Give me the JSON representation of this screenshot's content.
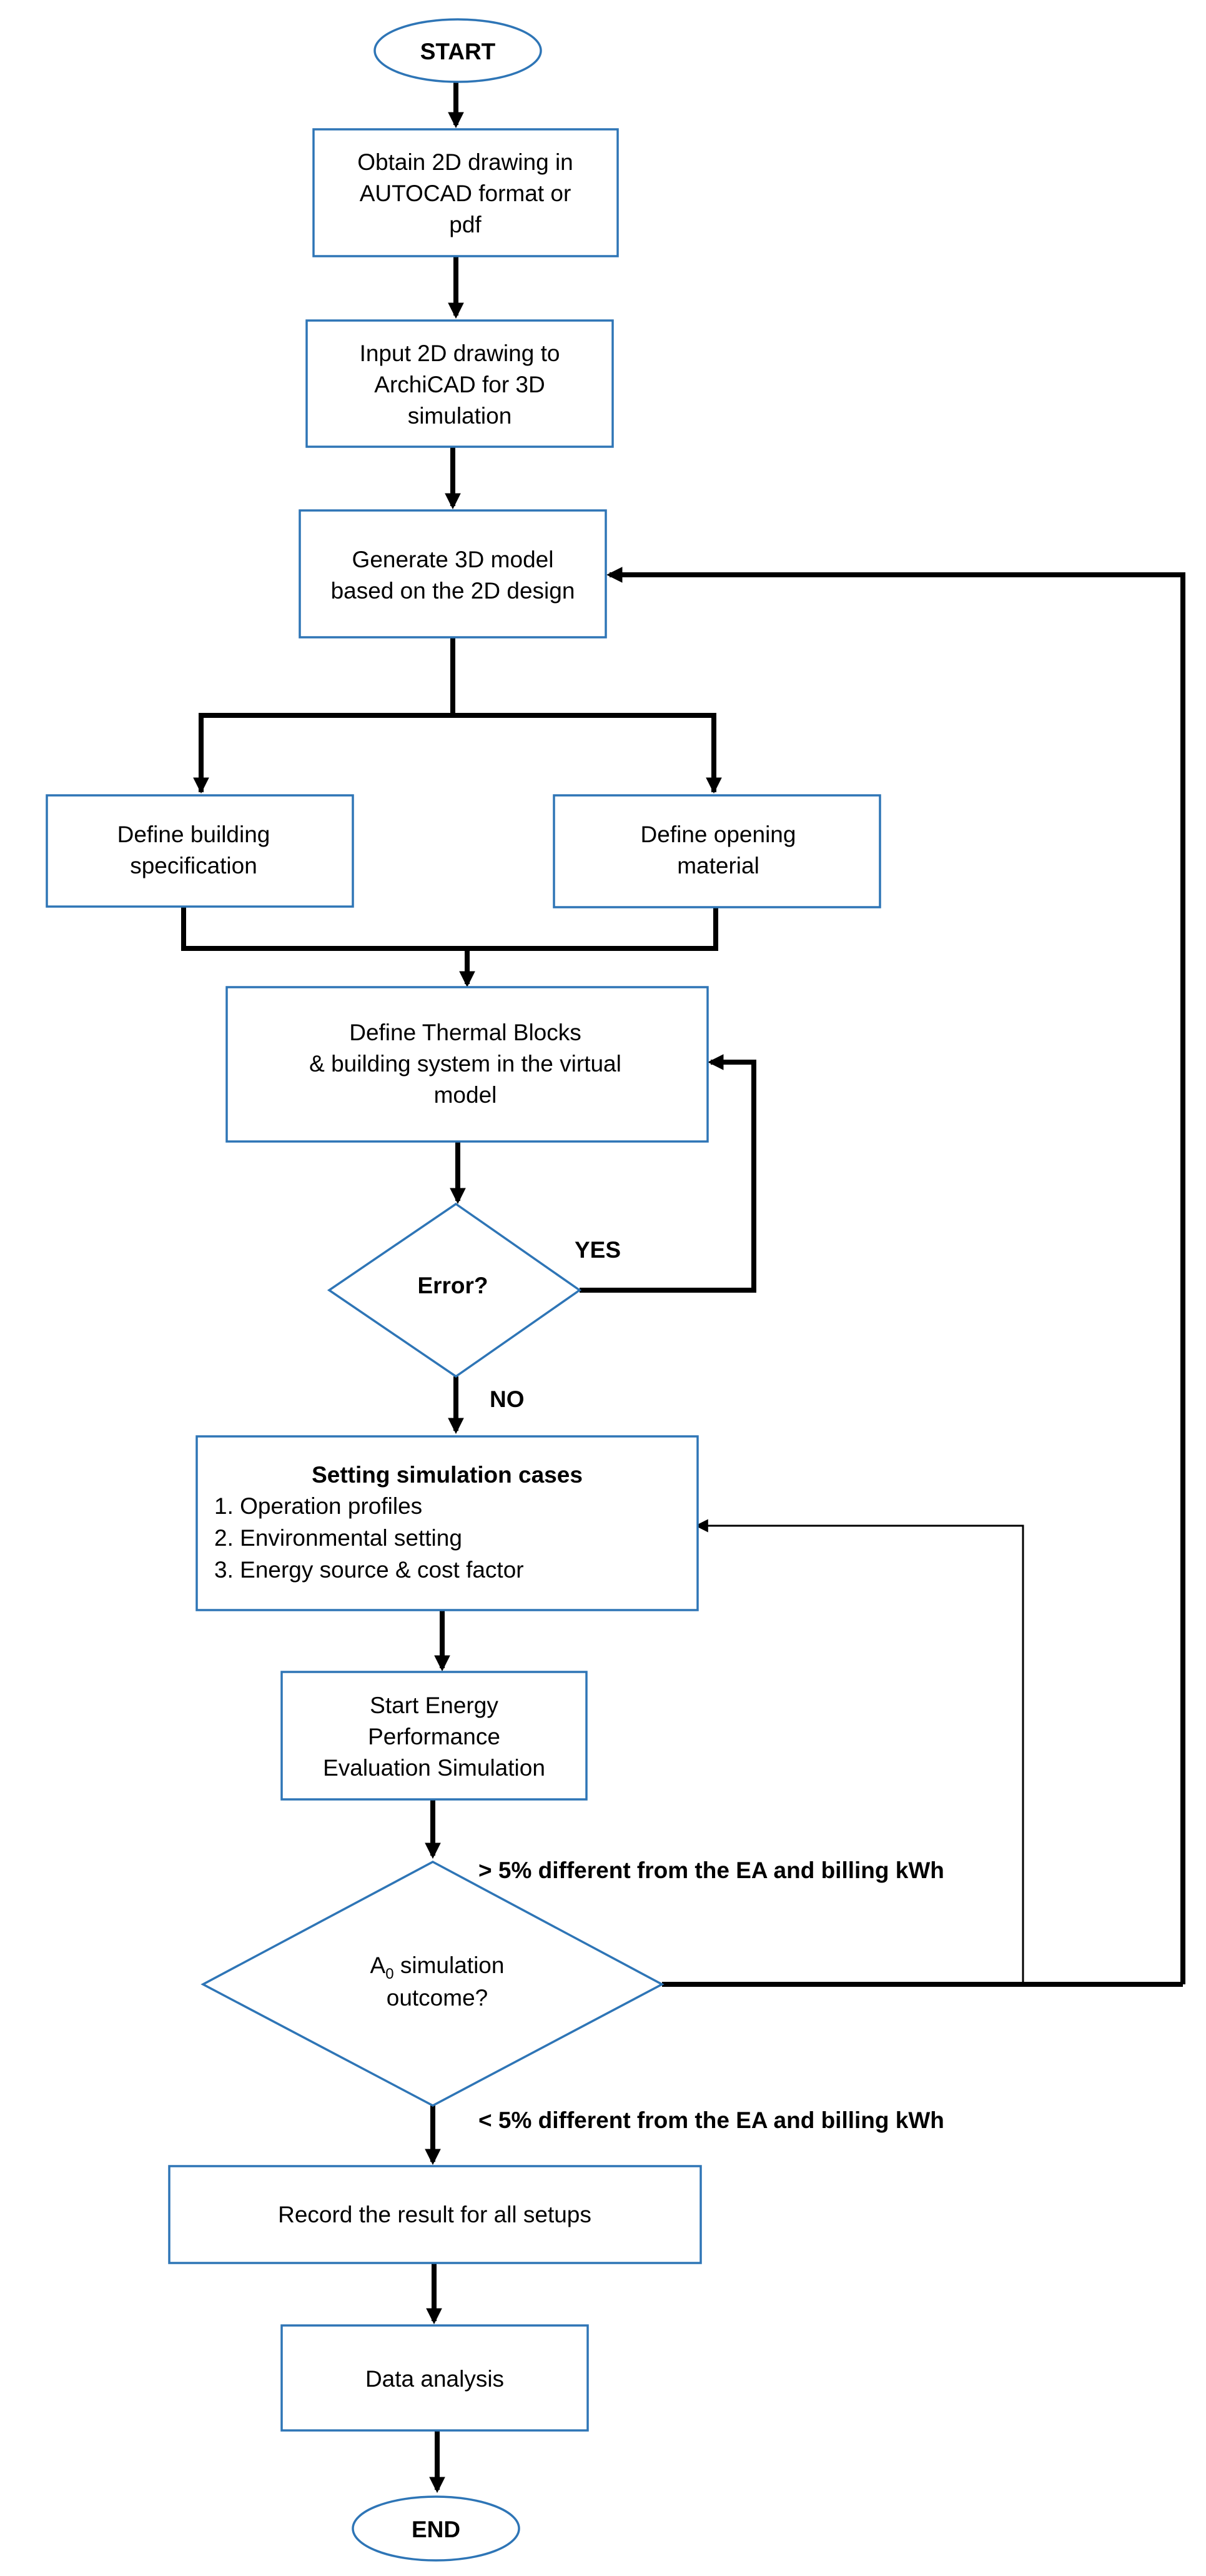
{
  "nodes": {
    "start": {
      "label": "START"
    },
    "obtain": {
      "lines": [
        "Obtain 2D drawing in",
        "AUTOCAD format or",
        "pdf"
      ]
    },
    "input": {
      "lines": [
        "Input 2D drawing to",
        "ArchiCAD for 3D",
        "simulation"
      ]
    },
    "generate": {
      "lines": [
        "Generate 3D model",
        "based on the 2D design"
      ]
    },
    "spec": {
      "lines": [
        "Define building",
        "specification"
      ]
    },
    "opening": {
      "lines": [
        "Define opening",
        "material"
      ]
    },
    "thermal": {
      "lines": [
        "Define Thermal Blocks",
        "& building system in the virtual",
        "model"
      ]
    },
    "error": {
      "label": "Error?"
    },
    "cases": {
      "title": "Setting simulation cases",
      "items": [
        "1. Operation profiles",
        "2. Environmental setting",
        "3. Energy source & cost factor"
      ]
    },
    "energy": {
      "lines": [
        "Start Energy",
        "Performance",
        "Evaluation Simulation"
      ]
    },
    "outcome": {
      "prefix": "A",
      "subscript": "0",
      "suffix": " simulation",
      "line2": "outcome?"
    },
    "record": {
      "label": "Record the result for all setups"
    },
    "analysis": {
      "label": "Data analysis"
    },
    "end": {
      "label": "END"
    }
  },
  "edge_labels": {
    "yes": "YES",
    "no": "NO",
    "greater": "> 5% different from the EA and billing kWh",
    "less": "< 5% different from the EA and billing kWh"
  },
  "colors": {
    "shape_stroke": "#2E75B6",
    "arrow": "#000000",
    "text": "#000000"
  }
}
